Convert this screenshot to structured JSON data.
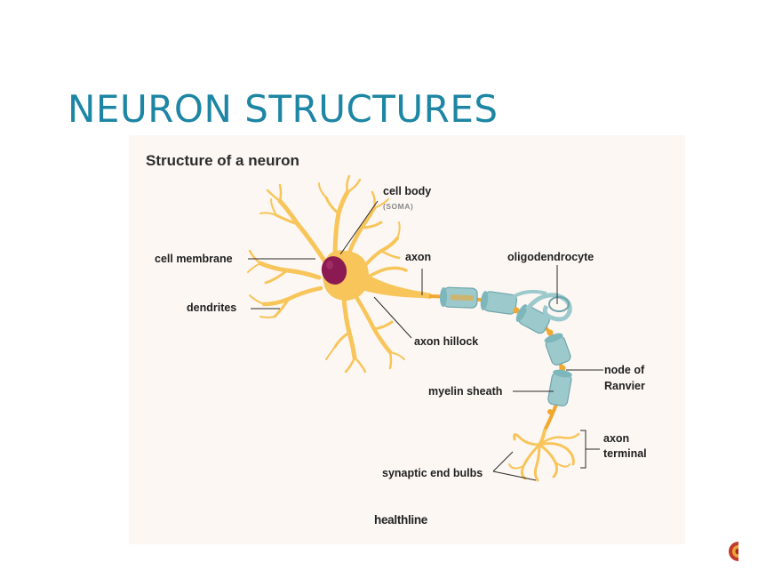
{
  "slide": {
    "title": "NEURON STRUCTURES"
  },
  "figure": {
    "title": "Structure of a neuron",
    "labels": {
      "cell_body": "cell body",
      "soma": "(SOMA)",
      "cell_membrane": "cell membrane",
      "dendrites": "dendrites",
      "axon": "axon",
      "oligodendrocyte": "oligodendrocyte",
      "axon_hillock": "axon hillock",
      "node_of": "node of",
      "ranvier": "Ranvier",
      "myelin_sheath": "myelin sheath",
      "axon_terminal_1": "axon",
      "axon_terminal_2": "terminal",
      "synaptic_end_bulbs": "synaptic end bulbs"
    },
    "credit": "healthline",
    "colors": {
      "neuron_body": "#f8c55a",
      "nucleus": "#8b1a52",
      "myelin": "#9cc9cc",
      "myelin_dark": "#6ea6ab",
      "node": "#f0a830",
      "panel_bg": "#fcf7f3",
      "title_accent": "#1d86a4"
    }
  }
}
